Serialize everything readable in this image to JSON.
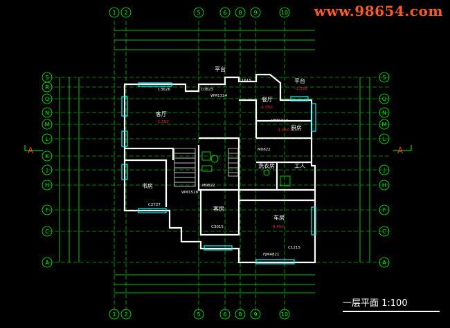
{
  "watermark": "www.98654.com",
  "drawing_title": "一层平面 1:100",
  "top_axes": [
    "1",
    "2",
    "5",
    "6",
    "8",
    "9",
    "10"
  ],
  "bottom_axes": [
    "1",
    "2",
    "5",
    "6",
    "8",
    "9",
    "10"
  ],
  "left_axes": [
    "S",
    "R",
    "Q",
    "N",
    "M",
    "L",
    "K",
    "J",
    "H",
    "F",
    "C",
    "A"
  ],
  "right_axes": [
    "S",
    "Q",
    "N",
    "M",
    "L",
    "J",
    "H",
    "F",
    "C",
    "A"
  ],
  "section_marks": [
    "A",
    "A"
  ],
  "rooms": {
    "pingtai_1": "平台",
    "pingtai_2": "平台",
    "keting": "客厅",
    "canting": "餐厅",
    "chufang": "厨房",
    "xiyifang": "洗衣房",
    "gongren": "工人",
    "shufang": "书房",
    "kefang": "客房",
    "chefang": "车房"
  },
  "labels": {
    "c3626": "C3626",
    "c0823": "C0823",
    "m1324": "WM1324",
    "c1615": "C1615",
    "m1324b": "WM1324",
    "c2727": "C2727",
    "m1528": "WM1528",
    "m0822": "M0822",
    "m0822b": "M0822",
    "c3015": "C3015",
    "fjm": "FJM4821",
    "c1215": "C1215"
  },
  "levels": {
    "keting": "-1.050",
    "canting": "-1.050",
    "chufang": "-1.050",
    "chefang": "-0.450",
    "pingtai": "-1.050"
  },
  "colors": {
    "background": "#000000",
    "wall": "#ffffff",
    "axis": "#00ff00",
    "dimension": "#00ff00",
    "window": "#00ffff",
    "text": "#ffffff",
    "level": "#ff3333",
    "watermark": "#ff5a1f"
  }
}
